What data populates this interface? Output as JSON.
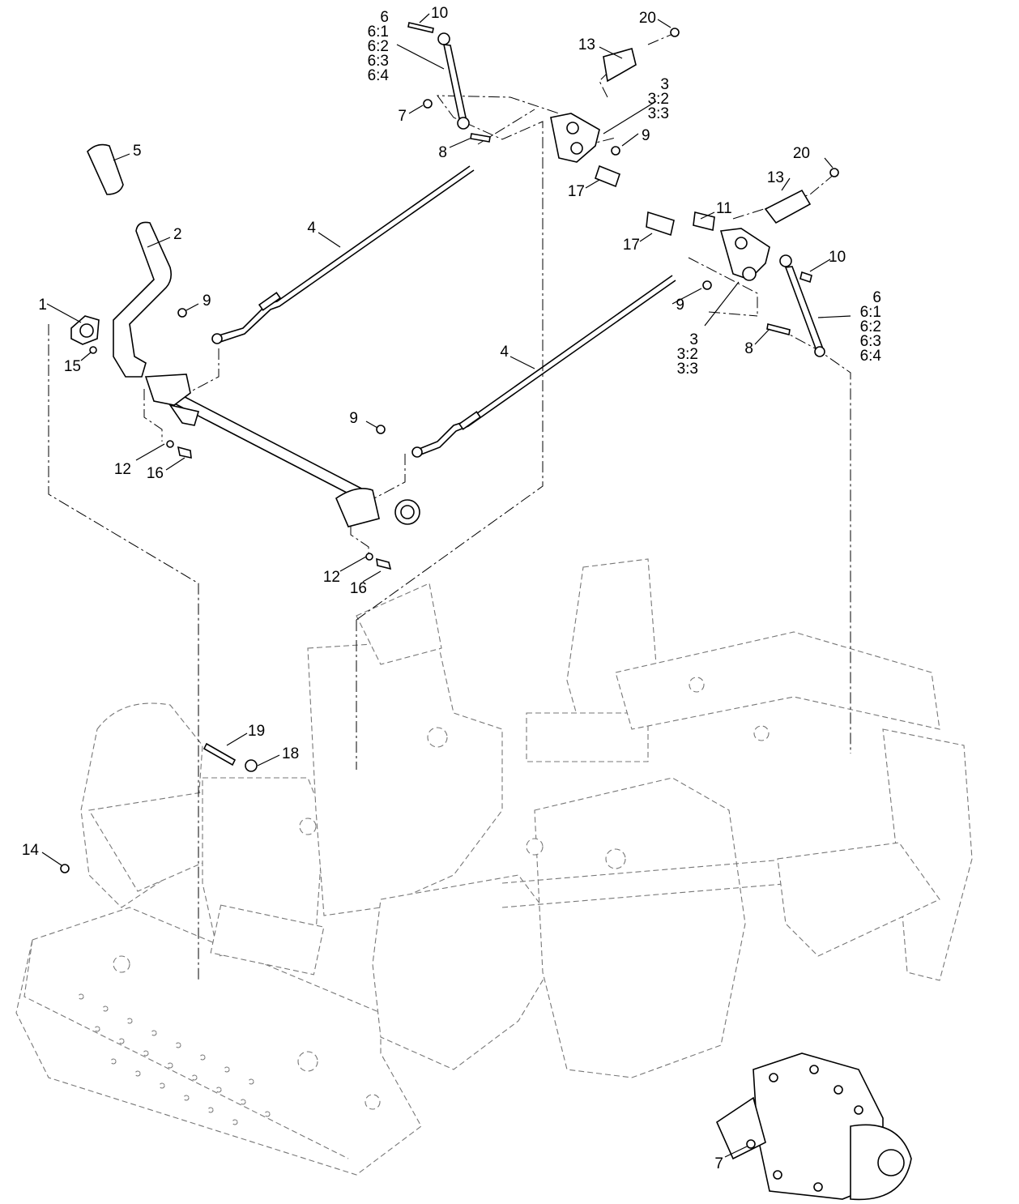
{
  "callouts": [
    {
      "id": "c1",
      "lines": [
        "1"
      ]
    },
    {
      "id": "c2",
      "lines": [
        "2"
      ]
    },
    {
      "id": "c3a",
      "lines": [
        "3",
        "3:2",
        "3:3"
      ]
    },
    {
      "id": "c3b",
      "lines": [
        "3",
        "3:2",
        "3:3"
      ]
    },
    {
      "id": "c4a",
      "lines": [
        "4"
      ]
    },
    {
      "id": "c4b",
      "lines": [
        "4"
      ]
    },
    {
      "id": "c5",
      "lines": [
        "5"
      ]
    },
    {
      "id": "c6a",
      "lines": [
        "6",
        "6:1",
        "6:2",
        "6:3",
        "6:4"
      ]
    },
    {
      "id": "c6b",
      "lines": [
        "6",
        "6:1",
        "6:2",
        "6:3",
        "6:4"
      ]
    },
    {
      "id": "c7a",
      "lines": [
        "7"
      ]
    },
    {
      "id": "c7b",
      "lines": [
        "7"
      ]
    },
    {
      "id": "c8a",
      "lines": [
        "8"
      ]
    },
    {
      "id": "c8b",
      "lines": [
        "8"
      ]
    },
    {
      "id": "c9a",
      "lines": [
        "9"
      ]
    },
    {
      "id": "c9b",
      "lines": [
        "9"
      ]
    },
    {
      "id": "c9c",
      "lines": [
        "9"
      ]
    },
    {
      "id": "c9d",
      "lines": [
        "9"
      ]
    },
    {
      "id": "c10a",
      "lines": [
        "10"
      ]
    },
    {
      "id": "c10b",
      "lines": [
        "10"
      ]
    },
    {
      "id": "c11",
      "lines": [
        "11"
      ]
    },
    {
      "id": "c12a",
      "lines": [
        "12"
      ]
    },
    {
      "id": "c12b",
      "lines": [
        "12"
      ]
    },
    {
      "id": "c13a",
      "lines": [
        "13"
      ]
    },
    {
      "id": "c13b",
      "lines": [
        "13"
      ]
    },
    {
      "id": "c14",
      "lines": [
        "14"
      ]
    },
    {
      "id": "c15",
      "lines": [
        "15"
      ]
    },
    {
      "id": "c16a",
      "lines": [
        "16"
      ]
    },
    {
      "id": "c16b",
      "lines": [
        "16"
      ]
    },
    {
      "id": "c17a",
      "lines": [
        "17"
      ]
    },
    {
      "id": "c17b",
      "lines": [
        "17"
      ]
    },
    {
      "id": "c18",
      "lines": [
        "18"
      ]
    },
    {
      "id": "c19",
      "lines": [
        "19"
      ]
    },
    {
      "id": "c20a",
      "lines": [
        "20"
      ]
    },
    {
      "id": "c20b",
      "lines": [
        "20"
      ]
    }
  ]
}
